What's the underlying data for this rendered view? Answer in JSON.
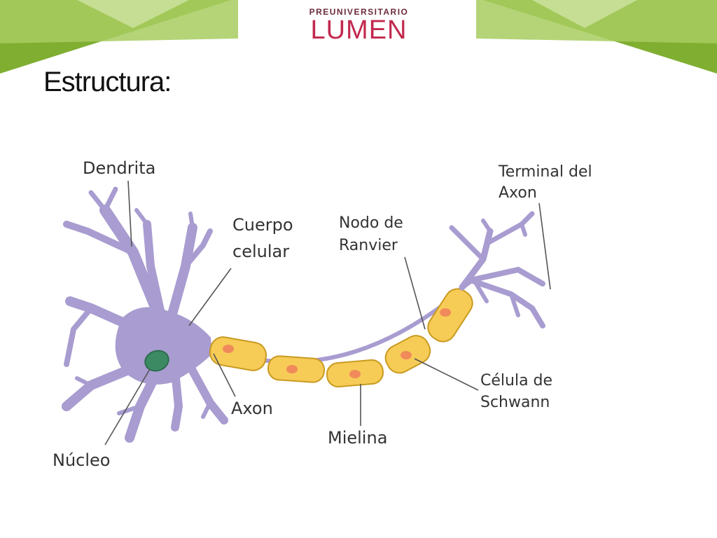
{
  "logo": {
    "top": "PREUNIVERSITARIO",
    "brand": "LUMEN"
  },
  "title": "Estructura:",
  "labels": {
    "dendrita": "Dendrita",
    "terminal_line1": "Terminal del",
    "terminal_line2": "Axon",
    "cuerpo_line1": "Cuerpo",
    "cuerpo_line2": "celular",
    "nodo_line1": "Nodo de",
    "nodo_line2": "Ranvier",
    "celula_line1": "Célula de",
    "celula_line2": "Schwann",
    "axon": "Axon",
    "mielina": "Mielina",
    "nucleo": "Núcleo"
  },
  "colors": {
    "neuron": "#a89cd0",
    "neuron_stroke": "#7d70b0",
    "myelin": "#f6cc57",
    "myelin_stroke": "#c99a20",
    "myelin_nucleus": "#f08a5a",
    "nucleus": "#3b8a63",
    "banner_light": "#b5d678",
    "banner_dark": "#7fae31"
  }
}
